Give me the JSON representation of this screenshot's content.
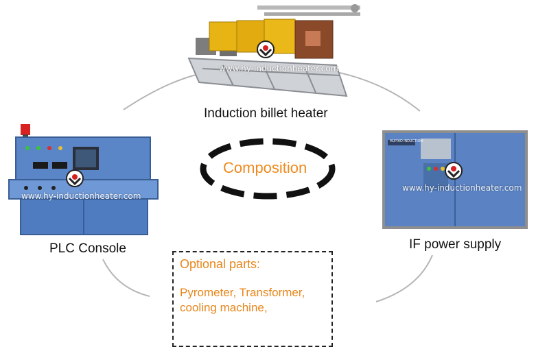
{
  "center": {
    "label": "Composition"
  },
  "components": {
    "top": {
      "label": "Induction billet heater",
      "watermark": "www.hy-inductionheater.com"
    },
    "left": {
      "label": "PLC Console",
      "watermark": "www.hy-inductionheater.com"
    },
    "right": {
      "label": "IF power supply",
      "watermark": "www.hy-inductionheater.com",
      "nameplate": "HUIYAO INDUCTION"
    }
  },
  "optional": {
    "title": "Optional parts:",
    "line1": "Pyrometer, Transformer,",
    "line2": "cooling machine,"
  },
  "colors": {
    "accent": "#ef8a1e",
    "cabinet_blue": "#5a86c8",
    "machine_yellow": "#e8b414"
  }
}
